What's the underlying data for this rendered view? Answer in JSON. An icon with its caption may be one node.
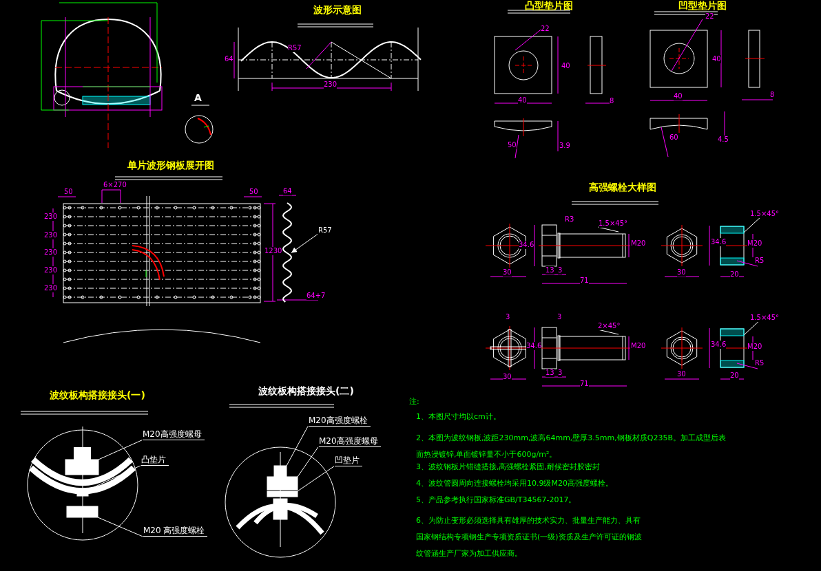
{
  "diagram": {
    "nodes": [
      {
        "text": [
          "M20高强度螺母"
        ]
      },
      {
        "text": [
          "凸垫片"
        ]
      },
      {
        "text": [
          "M20 高强度螺栓"
        ]
      },
      {
        "text": [],
        "shape": "box"
      },
      {
        "text": [],
        "shape": "box"
      },
      {
        "text": [],
        "shape": "box"
      },
      {
        "text": [
          "M20高强度螺栓"
        ]
      },
      {
        "text": [
          "M20高强度螺母"
        ]
      },
      {
        "text": [
          "凹垫片"
        ]
      },
      {
        "text": [],
        "shape": "box"
      },
      {
        "text": [],
        "shape": "box"
      },
      {
        "text": [],
        "shape": "box"
      },
      {
        "text": [
          "R57"
        ]
      },
      {
        "text": [],
        "shape": "picture"
      }
    ],
    "edges": [
      {
        "from": 0,
        "to": 3,
        "arrow": "none"
      },
      {
        "from": 1,
        "to": 4,
        "arrow": "none"
      },
      {
        "from": 2,
        "to": 5,
        "arrow": "none"
      },
      {
        "from": 6,
        "to": 9,
        "arrow": "none"
      },
      {
        "from": 7,
        "to": 10,
        "arrow": "none"
      },
      {
        "from": 8,
        "to": 11,
        "arrow": "none"
      },
      {
        "from": 12,
        "to": 13,
        "arrow": "to"
      }
    ],
    "labels": [
      "凸型垫片图",
      "凹型垫片图",
      "波形示意图",
      "64",
      "R57",
      "230",
      "A",
      "22",
      "40",
      "40",
      "8",
      "50",
      "3.9",
      "22",
      "40",
      "40",
      "8",
      "60",
      "4.5",
      "单片波形钢板展开图",
      "50",
      "6×270",
      "50",
      "64",
      "230",
      "230",
      "230",
      "230",
      "230",
      "1230",
      "64+7",
      "高强螺栓大样图",
      "34.6",
      "30",
      "R3",
      "1.5×45°",
      "M20",
      "13",
      "3",
      "71",
      "34.6",
      "30",
      "1.5×45°",
      "M20",
      "R5",
      "20",
      "3",
      "3",
      "34.6",
      "30",
      "2×45°",
      "M20",
      "13",
      "3",
      "71",
      "34.6",
      "30",
      "1.5×45°",
      "M20",
      "R5",
      "20",
      "波纹板构搭接接头(一)",
      "波纹板构搭接接头(二)",
      "注:",
      "1、本图尺寸均以cm计。",
      "2、本图为波纹钢板,波距230mm,波高64mm,壁厚3.5mm,钢板材质Q235B。加工成型后表面热浸镀锌,单面镀锌量不小于600g/m²。",
      "3、波纹钢板片错缝搭接,高强螺栓紧固,耐候密封胶密封",
      "4、波纹管圆周向连接螺栓均采用10.9级M20高强度螺栓。",
      "5、产品参考执行国家标准GB/T34567-2017。",
      "6、为防止变形必须选择具有雄厚的技术实力、批量生产能力、具有国家钢结构专项钢生产专项资质证书(一级)资质及生产许可证的钢波纹管涵生产厂家为加工供应商。"
    ]
  }
}
